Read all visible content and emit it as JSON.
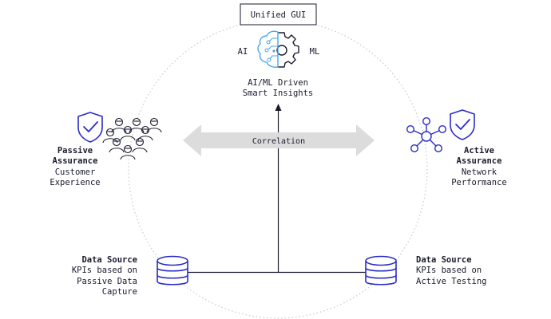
{
  "header": {
    "title": "Unified GUI"
  },
  "insights": {
    "left_label": "AI",
    "right_label": "ML",
    "line1": "AI/ML Driven",
    "line2": "Smart Insights"
  },
  "correlation": {
    "label": "Correlation"
  },
  "passive": {
    "title1": "Passive",
    "title2": "Assurance",
    "sub1": "Customer",
    "sub2": "Experience"
  },
  "active": {
    "title1": "Active",
    "title2": "Assurance",
    "sub1": "Network",
    "sub2": "Performance"
  },
  "source_left": {
    "title": "Data Source",
    "line1": "KPIs based on",
    "line2": "Passive Data",
    "line3": "Capture"
  },
  "source_right": {
    "title": "Data Source",
    "line1": "KPIs based on",
    "line2": "Active Testing"
  },
  "colors": {
    "accent": "#2b2bc8",
    "ai_blue": "#4aa8e0",
    "line": "#1a1a2e",
    "arrow_fill": "#dcdcdc",
    "circle": "#c8c8c8"
  },
  "icons": [
    "brain-gear-icon",
    "shield-check-icon",
    "people-group-icon",
    "network-node-icon",
    "database-icon"
  ]
}
